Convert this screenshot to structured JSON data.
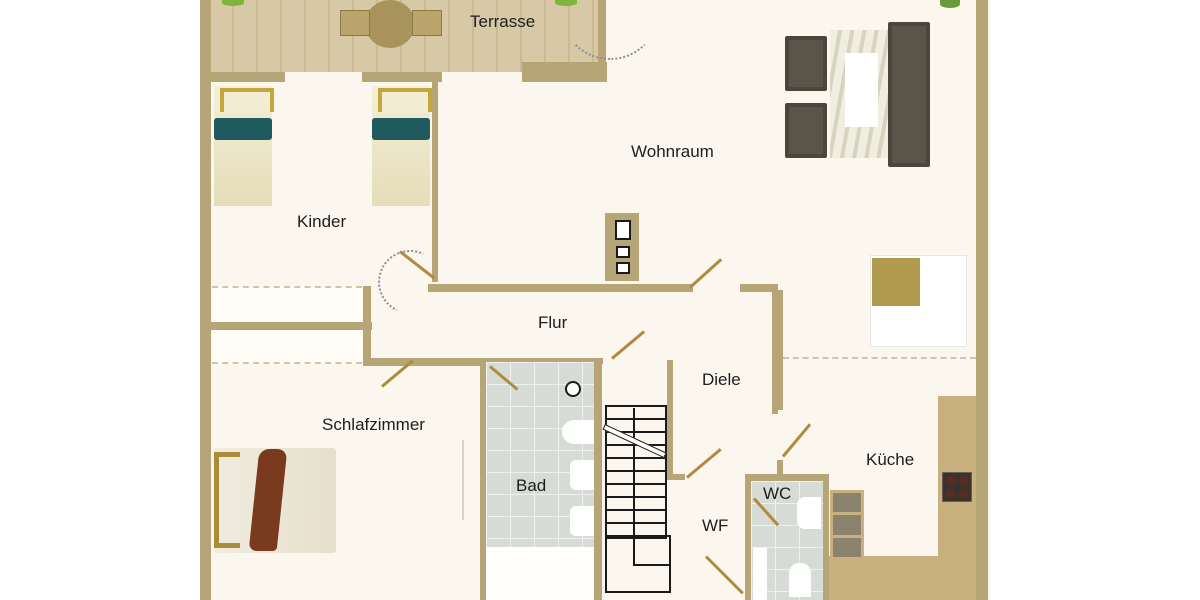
{
  "floorplan": {
    "rooms": [
      {
        "id": "terrasse",
        "label": "Terrasse"
      },
      {
        "id": "wohnraum",
        "label": "Wohnraum"
      },
      {
        "id": "kinder",
        "label": "Kinder"
      },
      {
        "id": "flur",
        "label": "Flur"
      },
      {
        "id": "schlafzimmer",
        "label": "Schlafzimmer"
      },
      {
        "id": "bad",
        "label": "Bad"
      },
      {
        "id": "diele",
        "label": "Diele"
      },
      {
        "id": "kueche",
        "label": "Küche"
      },
      {
        "id": "wc",
        "label": "WC"
      },
      {
        "id": "wf",
        "label": "WF"
      }
    ],
    "colors": {
      "wall": "#b5a577",
      "floor": "#fbf7ef",
      "deck": "#d8c9a6",
      "tile": "#d6dbd6",
      "sofa": "#5a5549",
      "pillow": "#1f5a5e",
      "bed_frame": "#a98e3a",
      "blanket": "#7a3a1e",
      "counter": "#c9b07f",
      "door": "#b08a3e"
    }
  }
}
